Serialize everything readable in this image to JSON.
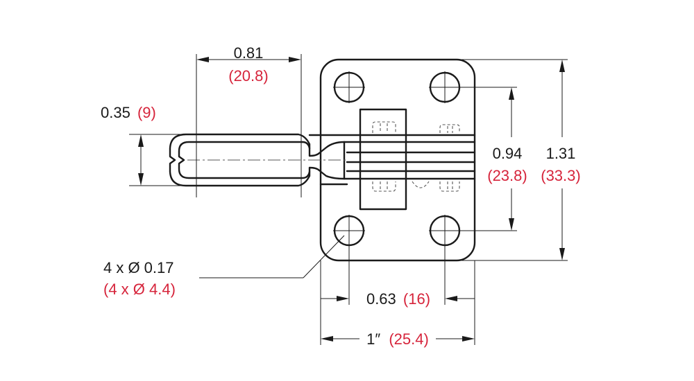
{
  "colors": {
    "imperial": "#1a1a1a",
    "metric": "#d6243b",
    "outline": "#1a1a1a"
  },
  "dimensions": {
    "handle_length": {
      "imperial": "0.81",
      "metric": "(20.8)"
    },
    "handle_width": {
      "imperial": "0.35",
      "metric": "(9)"
    },
    "hole_spacing_vertical": {
      "imperial": "0.94",
      "metric": "(23.8)"
    },
    "base_height": {
      "imperial": "1.31",
      "metric": "(33.3)"
    },
    "hole_diameter": {
      "imperial": "4 x Ø 0.17",
      "metric": "(4 x Ø 4.4)"
    },
    "hole_spacing_horizontal": {
      "imperial": "0.63",
      "metric": "(16)"
    },
    "base_width": {
      "imperial": "1″",
      "metric": "(25.4)"
    }
  }
}
